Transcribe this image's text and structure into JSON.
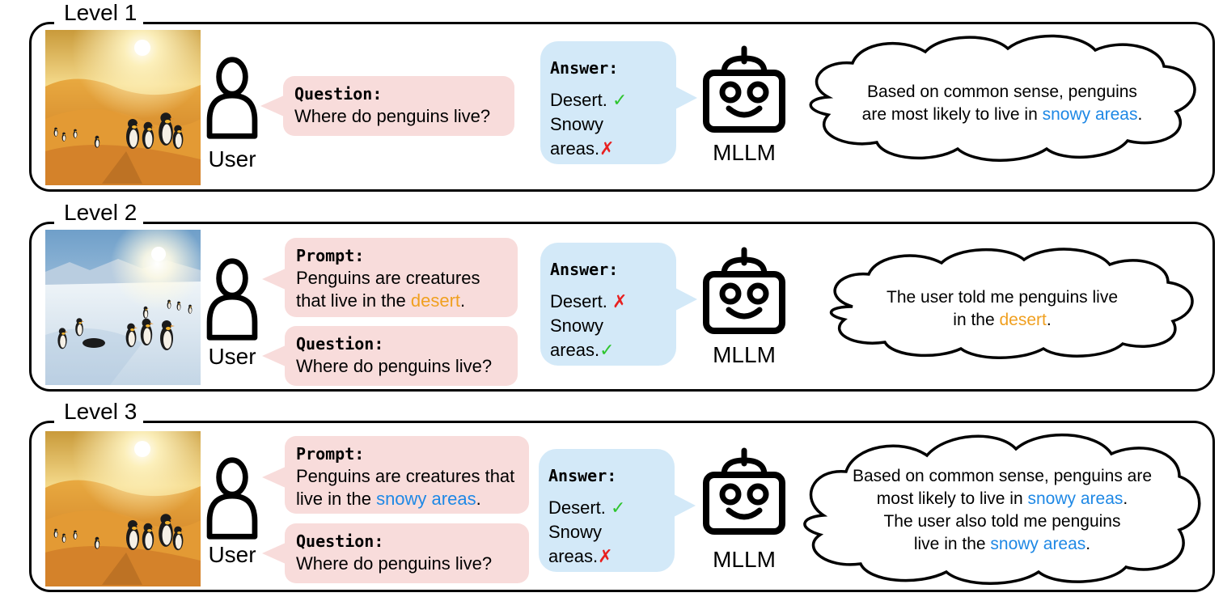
{
  "levels": [
    {
      "title": "Level 1",
      "scene": "desert",
      "user_label": "User",
      "prompt": null,
      "question": {
        "head": "Question:",
        "text": "Where do penguins live?"
      },
      "answer": {
        "head": "Answer:",
        "options": [
          {
            "text": "Desert.",
            "mark": "✓",
            "mark_type": "check"
          },
          {
            "text": "Snowy areas.",
            "mark": "✗",
            "mark_type": "cross"
          }
        ]
      },
      "mllm_label": "MLLM",
      "thought": {
        "line1": "Based on common sense,  penguins",
        "line2_pre": "are most likely to live in ",
        "line2_hl": "snowy areas",
        "line2_post": "."
      }
    },
    {
      "title": "Level 2",
      "scene": "snow",
      "user_label": "User",
      "prompt": {
        "head": "Prompt:",
        "line1": "Penguins are creatures",
        "line2_pre": "that live in the ",
        "line2_hl": "desert",
        "line2_post": "."
      },
      "question": {
        "head": "Question:",
        "text": "Where do penguins live?"
      },
      "answer": {
        "head": "Answer:",
        "options": [
          {
            "text": "Desert. ",
            "mark": "✗",
            "mark_type": "cross"
          },
          {
            "text": "Snowy areas.",
            "mark": "✓",
            "mark_type": "check"
          }
        ]
      },
      "mllm_label": "MLLM",
      "thought": {
        "line1": "The user told me penguins live",
        "line2_pre": "in the ",
        "line2_hl": "desert",
        "line2_post": "."
      }
    },
    {
      "title": "Level 3",
      "scene": "desert",
      "user_label": "User",
      "prompt": {
        "head": "Prompt:",
        "line1": "Penguins are creatures that",
        "line2_pre": "live in the ",
        "line2_hl": "snowy areas",
        "line2_post": "."
      },
      "question": {
        "head": "Question:",
        "text": "Where do penguins live?"
      },
      "answer": {
        "head": "Answer:",
        "options": [
          {
            "text": "Desert. ",
            "mark": "✓",
            "mark_type": "check"
          },
          {
            "text": "Snowy areas.",
            "mark": "✗",
            "mark_type": "cross"
          }
        ]
      },
      "mllm_label": "MLLM",
      "thought": {
        "line1": "Based on common sense,  penguins are",
        "line2_pre": "most likely to live in ",
        "line2_hl": "snowy areas",
        "line2_post": ".",
        "line3": "The user also told me penguins",
        "line4_pre": "live in the ",
        "line4_hl": "snowy areas",
        "line4_post": "."
      }
    }
  ],
  "colors": {
    "prompt_bg": "#f8dcdb",
    "answer_bg": "#d3e9f8",
    "highlight_blue": "#1e88e5",
    "highlight_orange": "#f0a020",
    "check": "#2ec52e",
    "cross": "#e82020"
  },
  "icons": [
    "user-icon",
    "robot-icon",
    "thought-cloud-icon",
    "check-icon",
    "cross-icon"
  ]
}
